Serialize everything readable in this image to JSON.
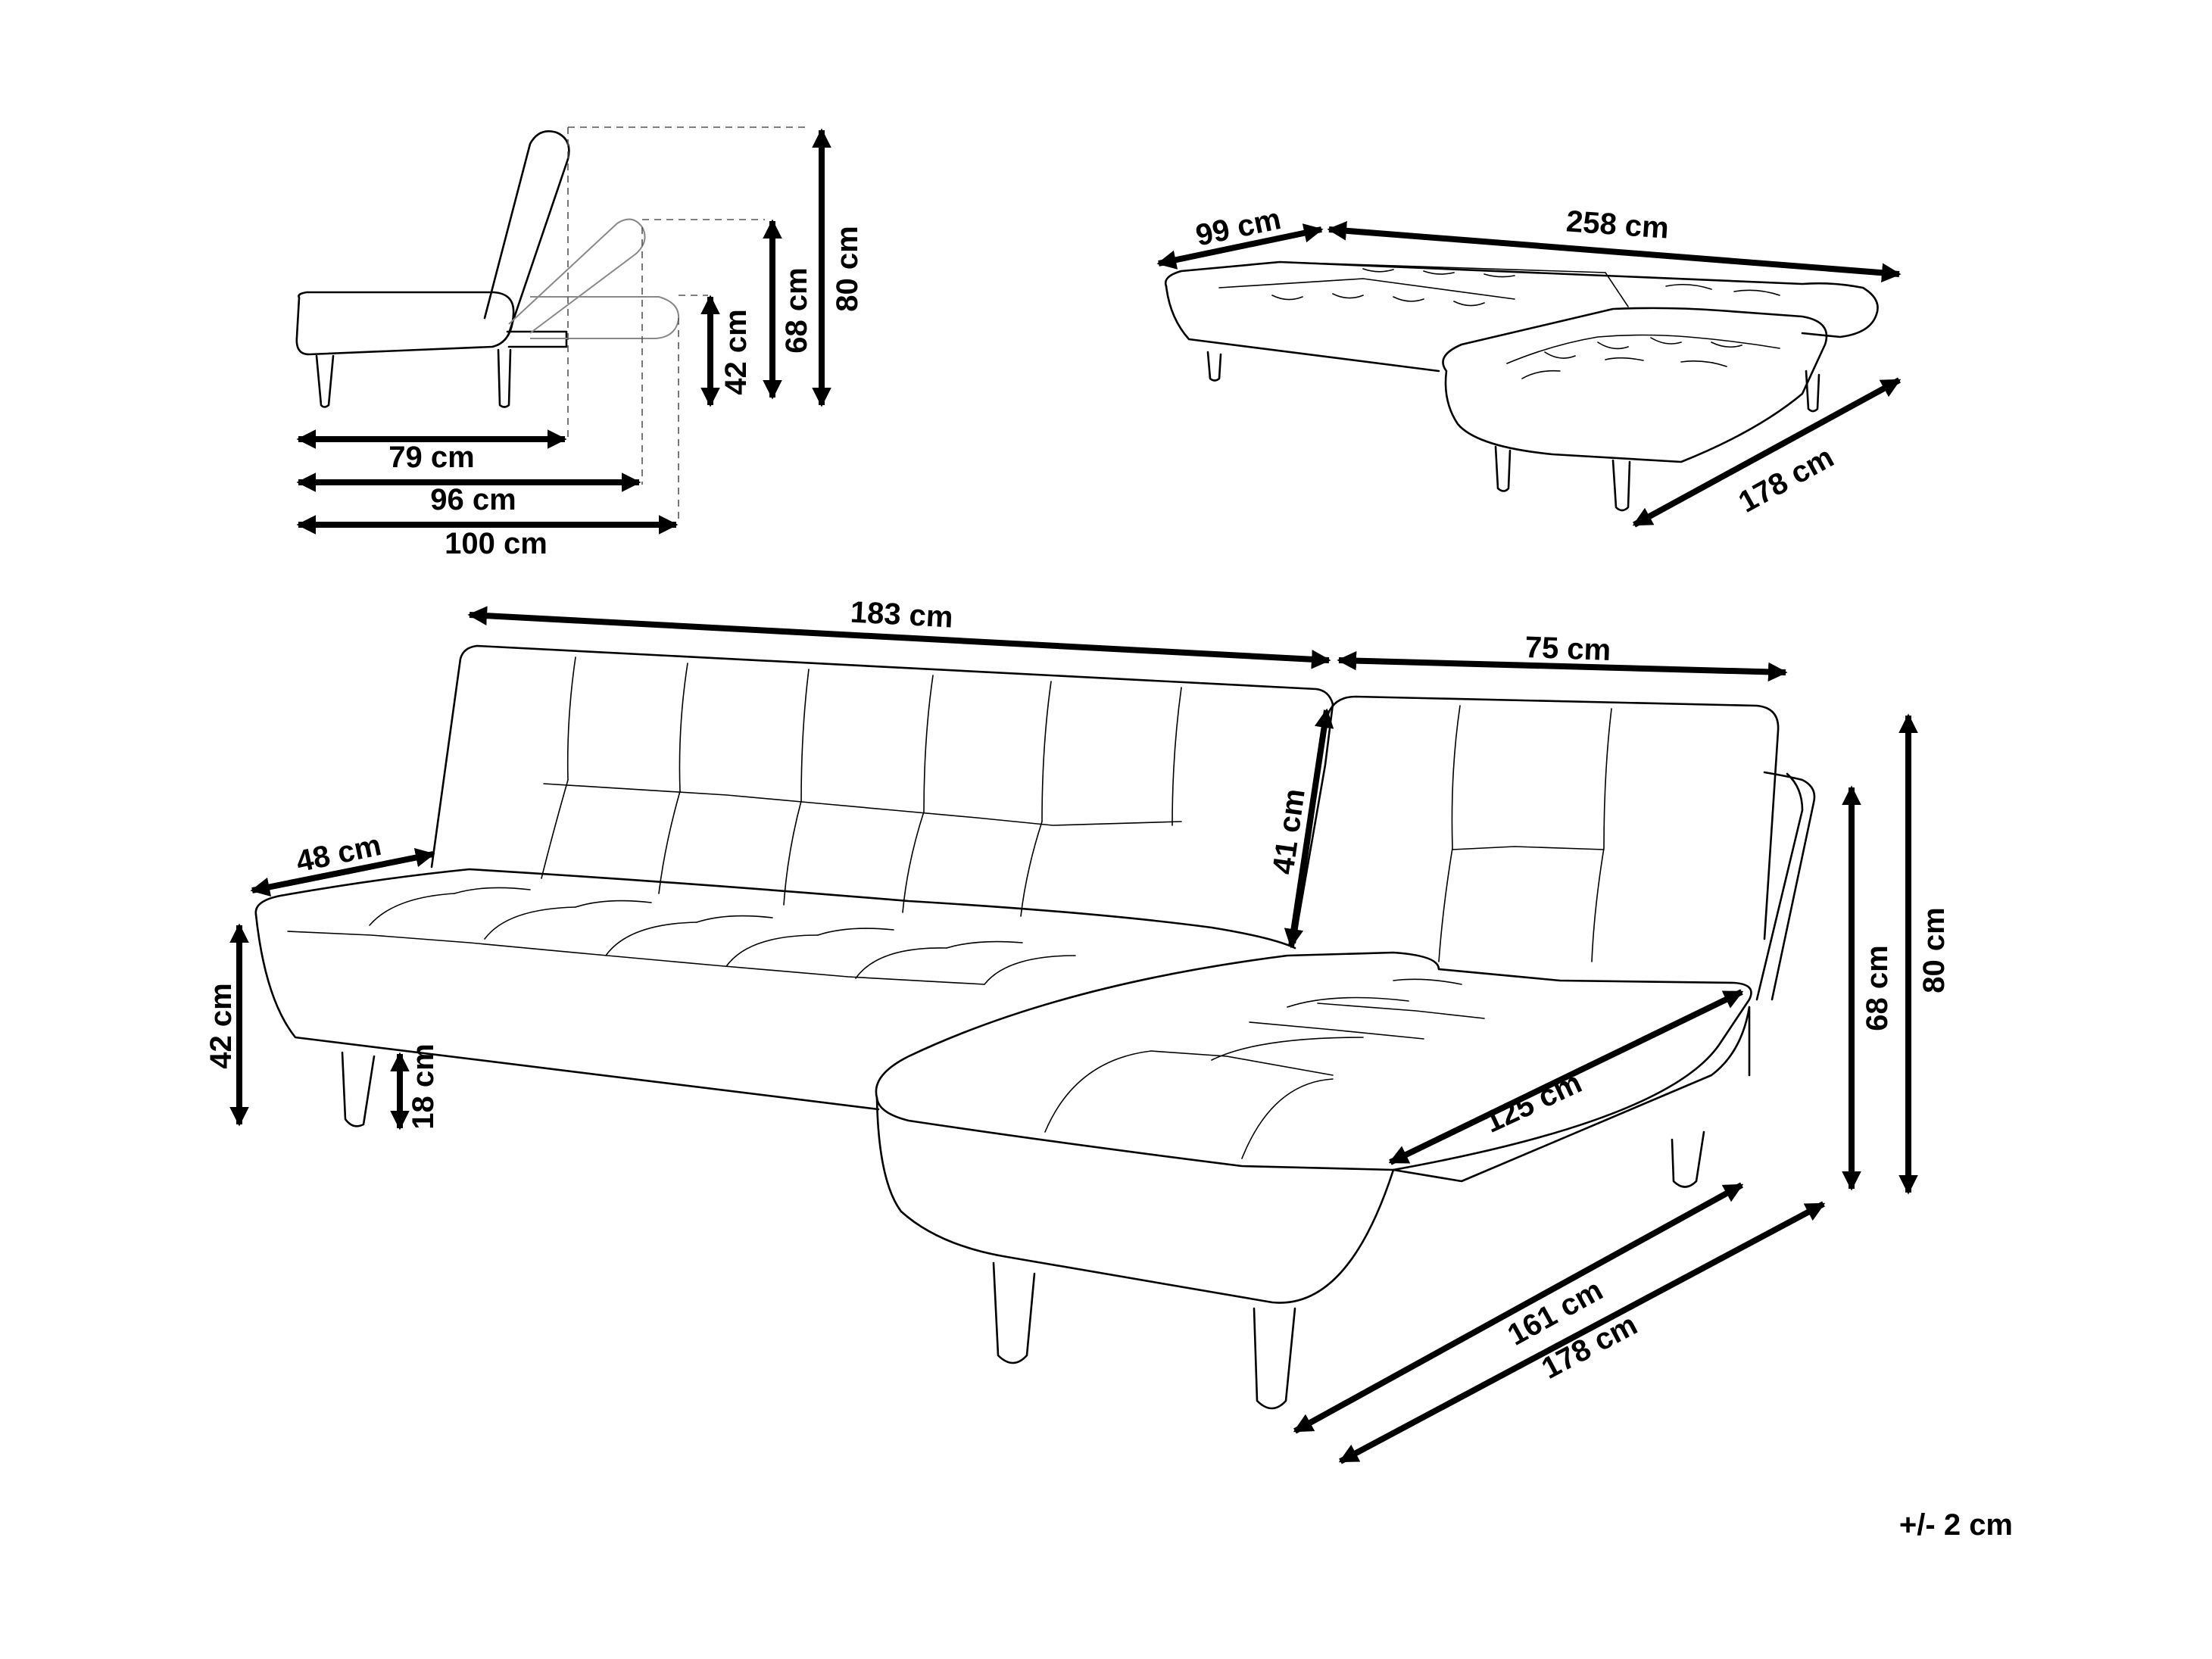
{
  "dimensions": {
    "side_seat_depth": "79 cm",
    "side_mid_depth": "96 cm",
    "side_full_depth": "100 cm",
    "side_seat_height": "42 cm",
    "side_mid_height": "68 cm",
    "side_full_height": "80 cm",
    "top_depth": "99 cm",
    "top_width": "258  cm",
    "top_chaise_length": "178 cm",
    "main_sofa_width": "183 cm",
    "main_chaise_width": "75 cm",
    "main_seat_depth": "48 cm",
    "main_back_height": "41 cm",
    "main_seat_height": "42 cm",
    "main_leg_height": "18 cm",
    "main_chaise_inner": "125 cm",
    "main_chaise_length_inner": "161 cm",
    "main_chaise_length": "178 cm",
    "main_mid_height": "68 cm",
    "main_full_height": "80 cm"
  },
  "tolerance": "+/- 2 cm"
}
